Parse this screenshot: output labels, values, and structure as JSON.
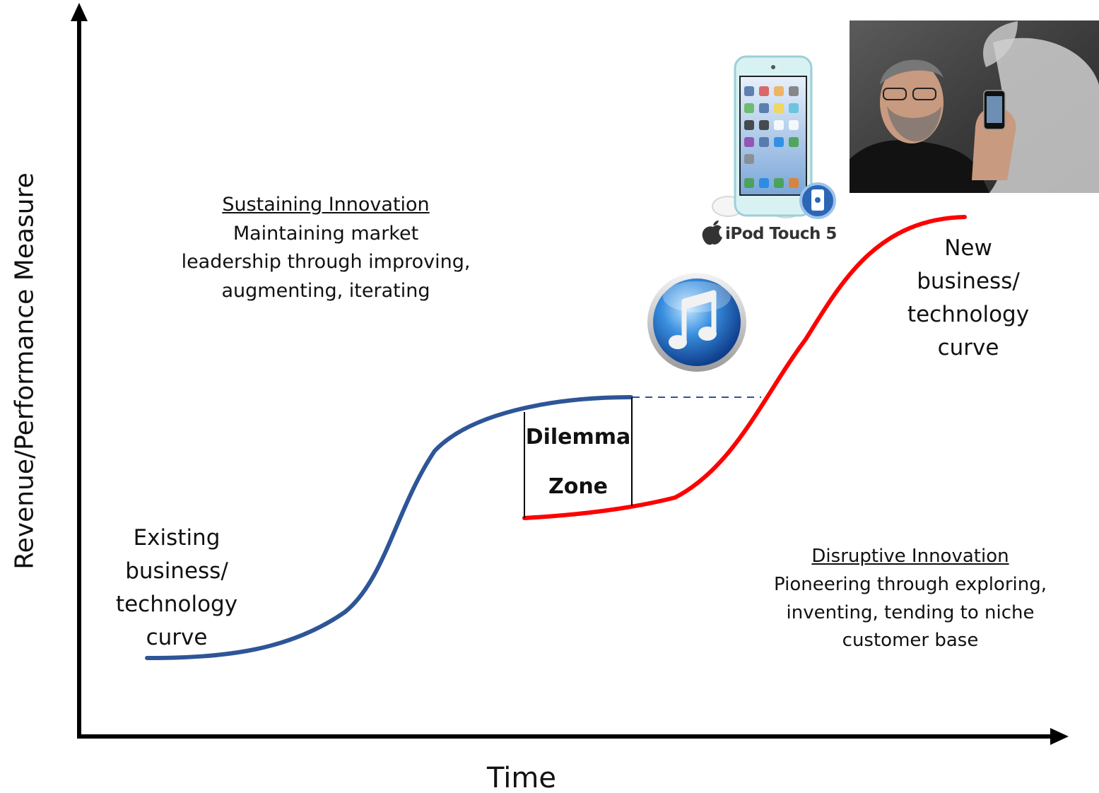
{
  "axes": {
    "y_label": "Revenue/Performance Measure",
    "x_label": "Time"
  },
  "sustaining": {
    "title": "Sustaining Innovation",
    "lines": [
      "Maintaining market",
      "leadership through improving,",
      "augmenting, iterating"
    ]
  },
  "disruptive": {
    "title": "Disruptive Innovation",
    "lines": [
      "Pioneering through exploring,",
      "inventing, tending to niche",
      "customer base"
    ]
  },
  "existing_curve": {
    "lines": [
      "Existing",
      "business/",
      "technology",
      "curve"
    ],
    "color": "#2e5597"
  },
  "new_curve": {
    "lines": [
      "New",
      "business/",
      "technology",
      "curve"
    ],
    "color": "#ff0000"
  },
  "dilemma_zone": {
    "line1": "Dilemma",
    "line2": "Zone"
  },
  "ipod": {
    "label": "iPod Touch 5"
  },
  "icons": [
    "itunes-icon",
    "ipod-touch-image",
    "apple-logo-icon",
    "photo-person-holding-iphone"
  ],
  "colors": {
    "existing": "#2e5597",
    "new": "#ff0000",
    "axis": "#000000"
  }
}
